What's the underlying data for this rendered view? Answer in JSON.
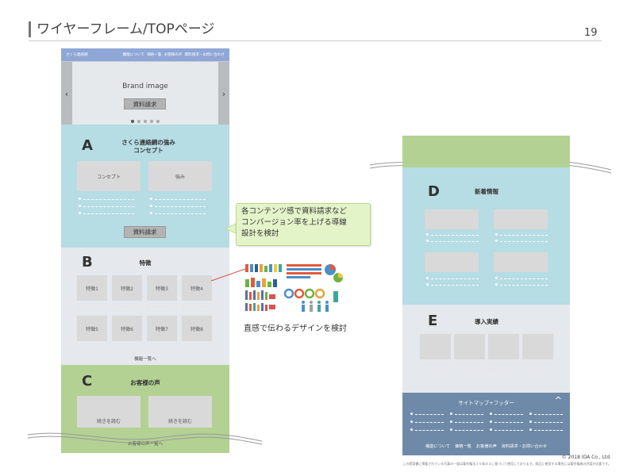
{
  "slide": {
    "title": "ワイヤーフレーム/TOPページ",
    "page_number": "19"
  },
  "wireframe_top": {
    "nav": {
      "logo": "さくら連絡網",
      "links": [
        "機能について",
        "価格一覧",
        "お客様の声",
        "資料請求・お問い合わせ"
      ]
    },
    "hero": {
      "brand": "Brand image",
      "button": "資料請求",
      "left_arrow": "‹",
      "right_arrow": "›"
    },
    "section_a": {
      "letter": "A",
      "title_line1": "さくら連絡網の強み",
      "title_line2": "コンセプト",
      "card1": "コンセプト",
      "card2": "強み",
      "button": "資料請求"
    },
    "section_b": {
      "letter": "B",
      "title": "特徴",
      "features": [
        "特徴1",
        "特徴2",
        "特徴3",
        "特徴4",
        "特徴5",
        "特徴6",
        "特徴7",
        "特徴8"
      ],
      "link": "機能一覧へ"
    },
    "section_c": {
      "letter": "C",
      "title": "お客様の声",
      "card1": "続きを読む",
      "card2": "続きを読む",
      "link": "お客様の声一覧へ"
    }
  },
  "callout": {
    "line1": "各コンテンツ感で資料請求など",
    "line2": "コンバージョン率を上げる導線",
    "line3": "設計を検討"
  },
  "infographic_caption": "直感で伝わるデザインを検討",
  "wireframe_bottom": {
    "section_d": {
      "letter": "D",
      "title": "新着情報"
    },
    "section_e": {
      "letter": "E",
      "title": "導入実績"
    },
    "footer": {
      "title": "サイトマップ+フッター",
      "caret": "^",
      "links": [
        "機能について",
        "価格一覧",
        "お客様の声",
        "資料請求・お問い合わせ"
      ]
    }
  },
  "copyright": "© 2018 IDA Co., Ltd.",
  "notice": "この提案書に掲載されている写真の一部は著作権法３０条の３に基づいて使用しております。商品に使用する場合には著作権者の許諾が必要です。",
  "colors": {
    "nav": "#8fa7d7",
    "blue_section": "#b6dce4",
    "gray_section": "#e5e8ec",
    "green_section": "#b3d193",
    "footer": "#6e8aa8",
    "callout_bg": "#e4f4c9",
    "connector": "#d9534f"
  }
}
